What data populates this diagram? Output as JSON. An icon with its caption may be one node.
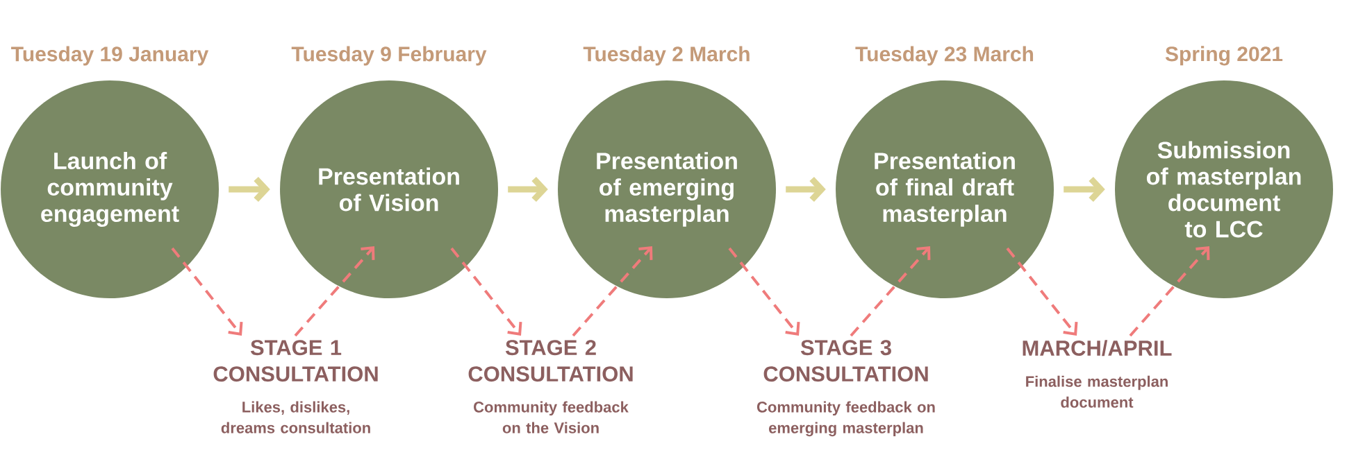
{
  "diagram": {
    "nodes": [
      {
        "text": [
          "Tuesday 19 January",
          "Launch of community engagement"
        ]
      },
      {
        "text": [
          "Tuesday 9 February",
          "Presentation of Vision"
        ]
      },
      {
        "text": [
          "Tuesday 2 March",
          "Presentation of emerging masterplan"
        ]
      },
      {
        "text": [
          "Tuesday 23 March",
          "Presentation of final draft masterplan"
        ]
      },
      {
        "text": [
          "Spring 2021",
          "Submission of masterplan document to LCC"
        ]
      },
      {
        "text": [
          "STAGE 1 CONSULTATION",
          "Likes, dislikes, dreams consultation"
        ]
      },
      {
        "text": [
          "STAGE 2 CONSULTATION",
          "Community feedback on the Vision"
        ]
      },
      {
        "text": [
          "STAGE 3 CONSULTATION",
          "Community feedback on emerging masterplan"
        ]
      },
      {
        "text": [
          "MARCH/APRIL",
          "Finalise masterplan document"
        ]
      }
    ],
    "edges": [
      {
        "from": 0,
        "to": 1,
        "arrow": "to",
        "style": "thick",
        "color": "#ddd595"
      },
      {
        "from": 1,
        "to": 2,
        "arrow": "to",
        "style": "thick",
        "color": "#ddd595"
      },
      {
        "from": 2,
        "to": 3,
        "arrow": "to",
        "style": "thick",
        "color": "#ddd595"
      },
      {
        "from": 3,
        "to": 4,
        "arrow": "to",
        "style": "thick",
        "color": "#ddd595"
      },
      {
        "from": 0,
        "to": 5,
        "arrow": "to",
        "style": "dashed"
      },
      {
        "from": 5,
        "to": 1,
        "arrow": "to",
        "style": "dashed"
      },
      {
        "from": 1,
        "to": 6,
        "arrow": "to",
        "style": "dashed"
      },
      {
        "from": 6,
        "to": 2,
        "arrow": "to",
        "style": "dashed"
      },
      {
        "from": 2,
        "to": 7,
        "arrow": "to",
        "style": "dashed"
      },
      {
        "from": 7,
        "to": 3,
        "arrow": "to",
        "style": "dashed"
      },
      {
        "from": 3,
        "to": 8,
        "arrow": "to",
        "style": "dashed"
      },
      {
        "from": 8,
        "to": 4,
        "arrow": "to",
        "style": "dashed"
      }
    ]
  }
}
